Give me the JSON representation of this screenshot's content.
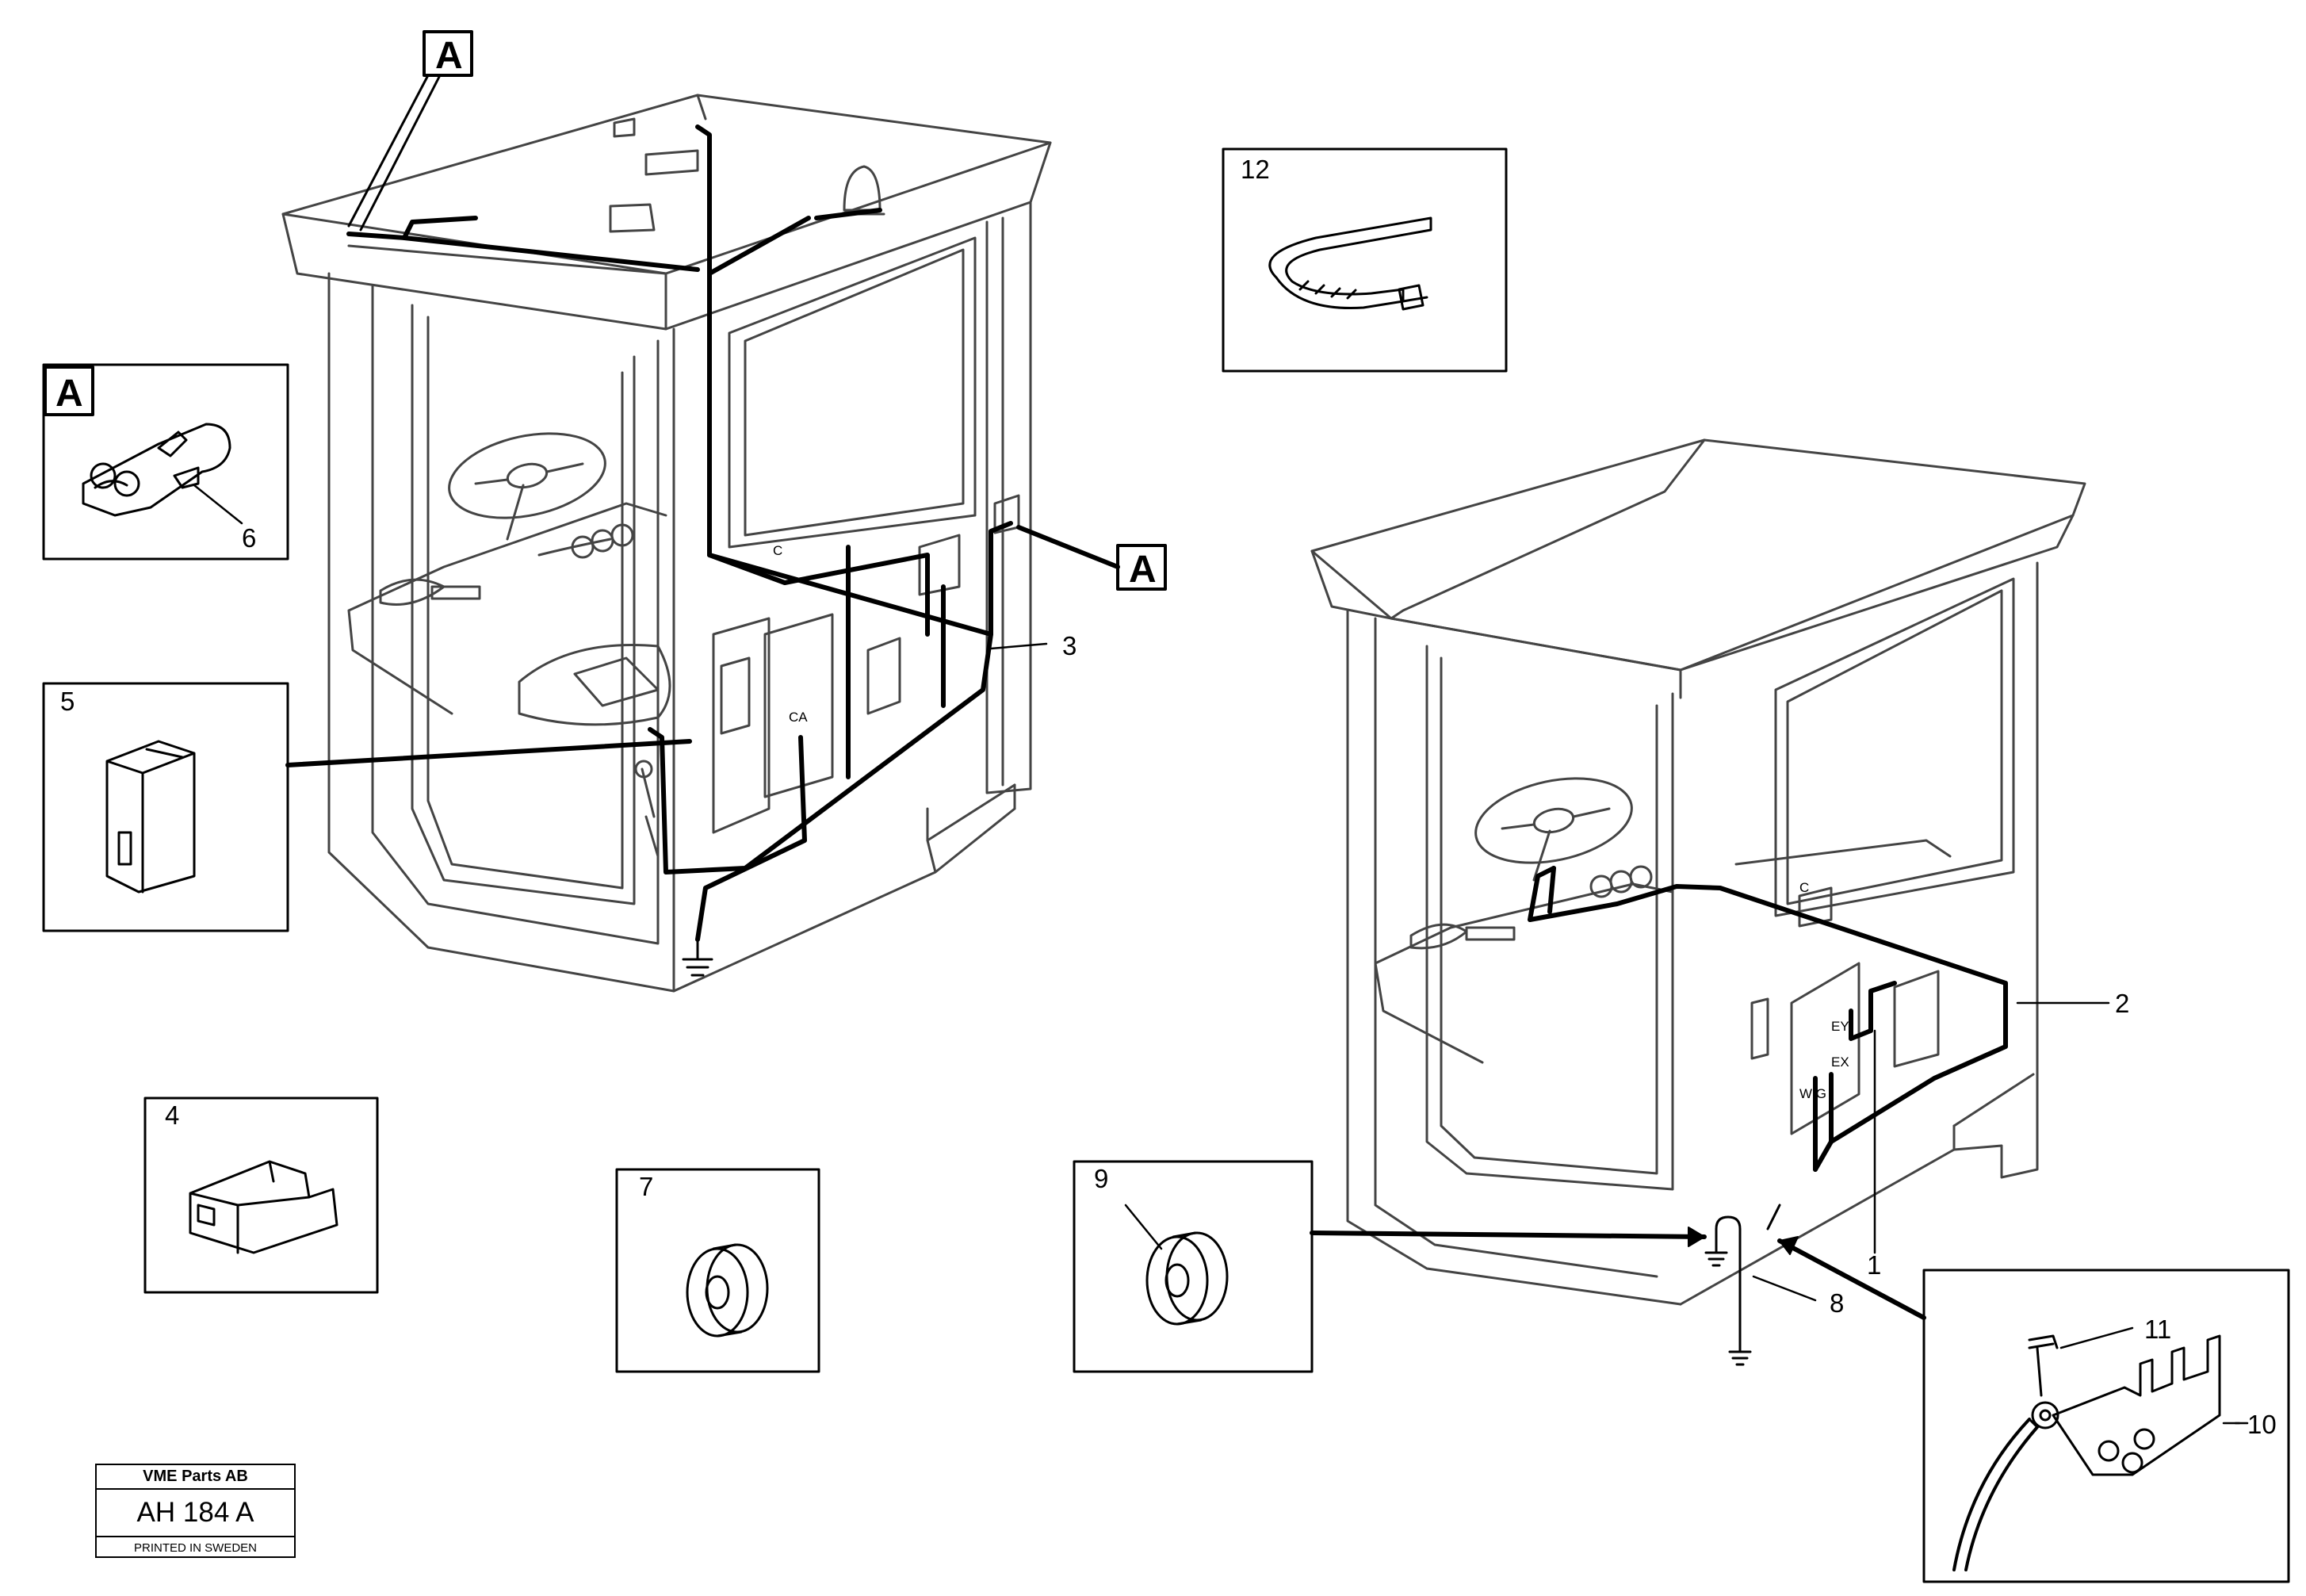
{
  "callouts": {
    "c1": "1",
    "c2": "2",
    "c3": "3",
    "c4": "4",
    "c5": "5",
    "c6": "6",
    "c7": "7",
    "c8": "8",
    "c9": "9",
    "c10": "10",
    "c11": "11",
    "c12": "12"
  },
  "detail_marker": "A",
  "panel_labels": {
    "ca": "CA",
    "c": "C",
    "ey": "EY",
    "ex": "EX",
    "wg": "W G"
  },
  "title_block": {
    "company": "VME Parts AB",
    "drawing_number": "AH 184 A",
    "footer": "PRINTED IN SWEDEN"
  }
}
